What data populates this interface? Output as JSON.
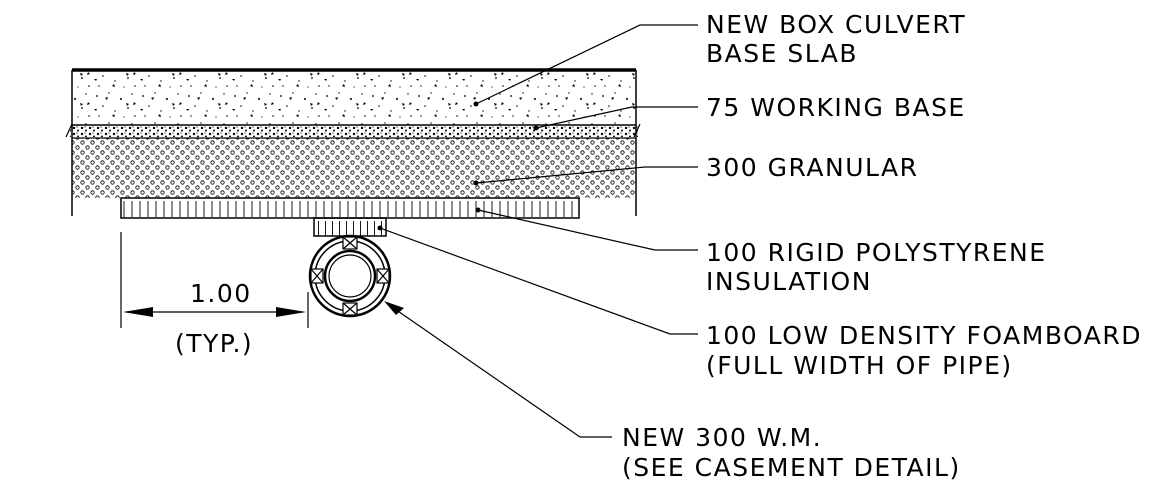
{
  "labels": {
    "base_slab_line1": "NEW BOX CULVERT",
    "base_slab_line2": "BASE SLAB",
    "working_base": "75 WORKING BASE",
    "granular": "300 GRANULAR",
    "polystyrene_line1": "100 RIGID POLYSTYRENE",
    "polystyrene_line2": "INSULATION",
    "foamboard_line1": "100 LOW DENSITY FOAMBOARD",
    "foamboard_line2": "(FULL WIDTH OF PIPE)",
    "watermain_line1": "NEW 300 W.M.",
    "watermain_line2": "(SEE CASEMENT DETAIL)"
  },
  "dimension": {
    "value": "1.00",
    "note": "(TYP.)"
  }
}
